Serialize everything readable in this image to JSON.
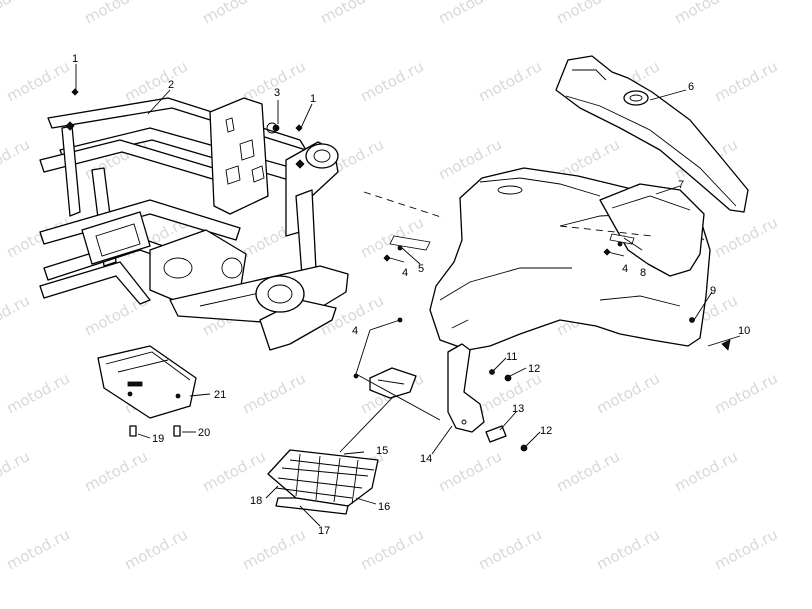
{
  "watermark": {
    "text": "motod.ru",
    "color": "#d8d8d8"
  },
  "callouts": [
    {
      "id": "c1a",
      "label": "1"
    },
    {
      "id": "c2",
      "label": "2"
    },
    {
      "id": "c3",
      "label": "3"
    },
    {
      "id": "c1b",
      "label": "1"
    },
    {
      "id": "c6",
      "label": "6"
    },
    {
      "id": "c7",
      "label": "7"
    },
    {
      "id": "c4a",
      "label": "4"
    },
    {
      "id": "c5",
      "label": "5"
    },
    {
      "id": "c4b",
      "label": "4"
    },
    {
      "id": "c8",
      "label": "8"
    },
    {
      "id": "c9",
      "label": "9"
    },
    {
      "id": "c10",
      "label": "10"
    },
    {
      "id": "c4c",
      "label": "4"
    },
    {
      "id": "c11",
      "label": "11"
    },
    {
      "id": "c12a",
      "label": "12"
    },
    {
      "id": "c13",
      "label": "13"
    },
    {
      "id": "c12b",
      "label": "12"
    },
    {
      "id": "c14",
      "label": "14"
    },
    {
      "id": "c15",
      "label": "15"
    },
    {
      "id": "c16",
      "label": "16"
    },
    {
      "id": "c17",
      "label": "17"
    },
    {
      "id": "c18",
      "label": "18"
    },
    {
      "id": "c21",
      "label": "21"
    },
    {
      "id": "c19",
      "label": "19"
    },
    {
      "id": "c20",
      "label": "20"
    }
  ]
}
